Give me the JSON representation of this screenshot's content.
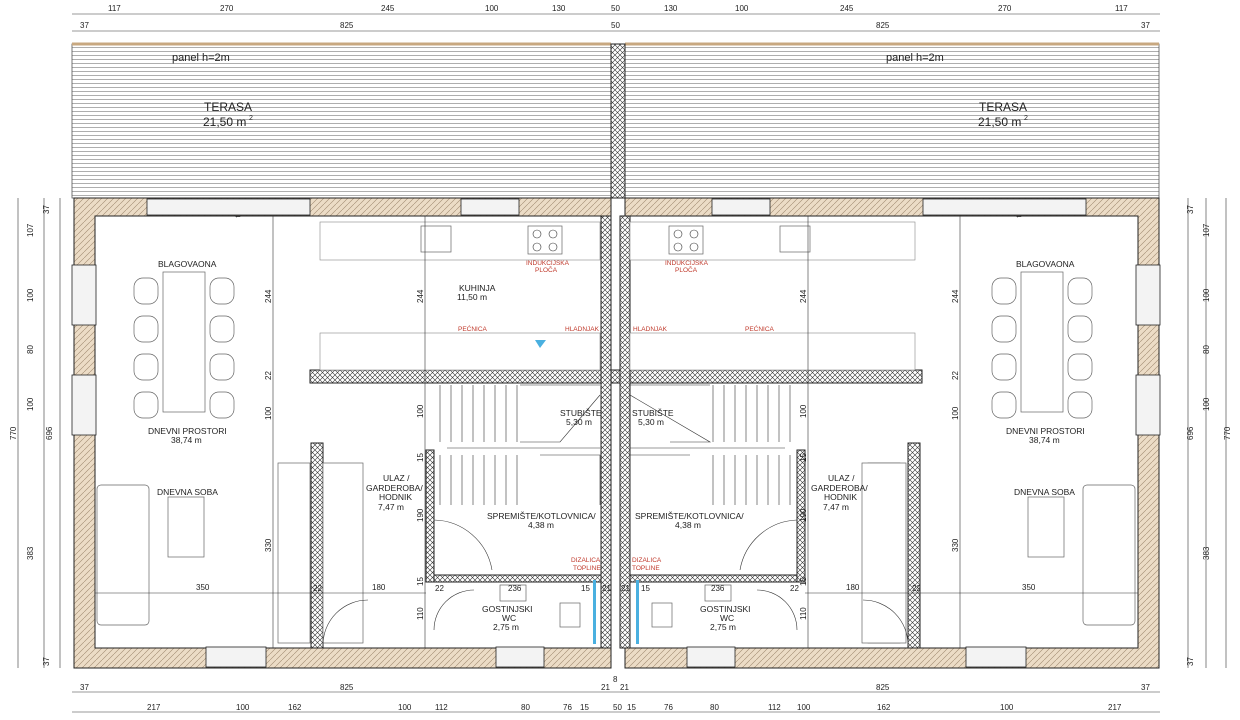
{
  "drawing": {
    "dims_top_row1": [
      "117",
      "270",
      "245",
      "100",
      "130",
      "50",
      "130",
      "100",
      "245",
      "270",
      "117"
    ],
    "dims_top_row2": [
      "37",
      "825",
      "50",
      "825",
      "37"
    ],
    "dims_bottom_row1": [
      "37",
      "825",
      "8",
      "21",
      "21",
      "825",
      "37"
    ],
    "dims_bottom_row2": [
      "217",
      "100",
      "162",
      "100",
      "112",
      "80",
      "76",
      "15",
      "50",
      "15",
      "76",
      "80",
      "112",
      "100",
      "162",
      "100",
      "217"
    ],
    "dims_left_outer": [
      "37",
      "107",
      "100",
      "80",
      "100",
      "770",
      "696",
      "383",
      "37"
    ],
    "dims_interior": [
      "244",
      "22",
      "100",
      "330",
      "350",
      "180",
      "244",
      "100",
      "15",
      "190",
      "15",
      "110",
      "236",
      "15",
      "21",
      "21",
      "15",
      "236",
      "110",
      "22",
      "22"
    ],
    "terrace": {
      "label": "TERASA",
      "area": "21,50 m",
      "panel": "panel h=2m",
      "sup": "2"
    },
    "rooms": {
      "blagovaona": "BLAGOVAONA",
      "dnevni": "DNEVNI PROSTORI",
      "dnevni_area": "38,74 m",
      "dnevna_soba": "DNEVNA SOBA",
      "kuhinja": "KUHINJA",
      "kuhinja_area": "11,50 m",
      "stubiste": "STUBIŠTE",
      "stubiste_area": "5,30 m",
      "ulaz1": "ULAZ /",
      "ulaz2": "GARDEROBA/",
      "ulaz3": "HODNIK",
      "ulaz_area": "7,47 m",
      "spremiste": "SPREMIŠTE/KOTLOVNICA/",
      "spremiste_area": "4,38 m",
      "wc1": "GOSTINJSKI",
      "wc2": "WC",
      "wc_area": "2,75 m"
    },
    "equipment": {
      "indukcijska1": "INDUKCIJSKA",
      "indukcijska2": "PLOČA",
      "pecnica": "PEĆNICA",
      "hladnjak": "HLADNJAK",
      "dizalica1": "DIZALICA",
      "dizalica2": "TOPLINE"
    },
    "colors": {
      "wall_fill": "#e8d8c4",
      "hatch": "#8a7560",
      "text_red": "#c0392b",
      "accent_blue": "#4ab0e0"
    }
  }
}
